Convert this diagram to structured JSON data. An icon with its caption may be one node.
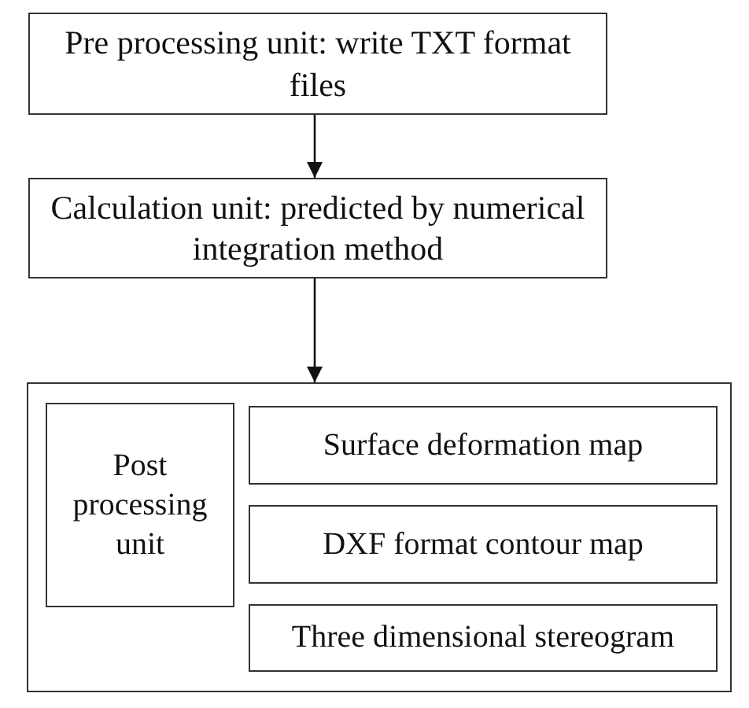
{
  "diagram": {
    "nodes": [
      {
        "text": [
          "Pre processing unit: write TXT format files"
        ]
      },
      {
        "text": [
          "Calculation unit: predicted by numerical integration method"
        ]
      },
      {
        "text": [],
        "shape": "box"
      },
      {
        "text": [
          "Post processing unit"
        ],
        "in": 2
      },
      {
        "text": [
          "Surface deformation map"
        ],
        "in": 2
      },
      {
        "text": [
          "DXF format contour map"
        ],
        "in": 2
      },
      {
        "text": [
          "Three dimensional stereogram"
        ],
        "in": 2
      }
    ],
    "edges": [
      {
        "from": 0,
        "to": 1,
        "arrow": "to"
      },
      {
        "from": 1,
        "to": 2,
        "arrow": "to"
      }
    ]
  }
}
